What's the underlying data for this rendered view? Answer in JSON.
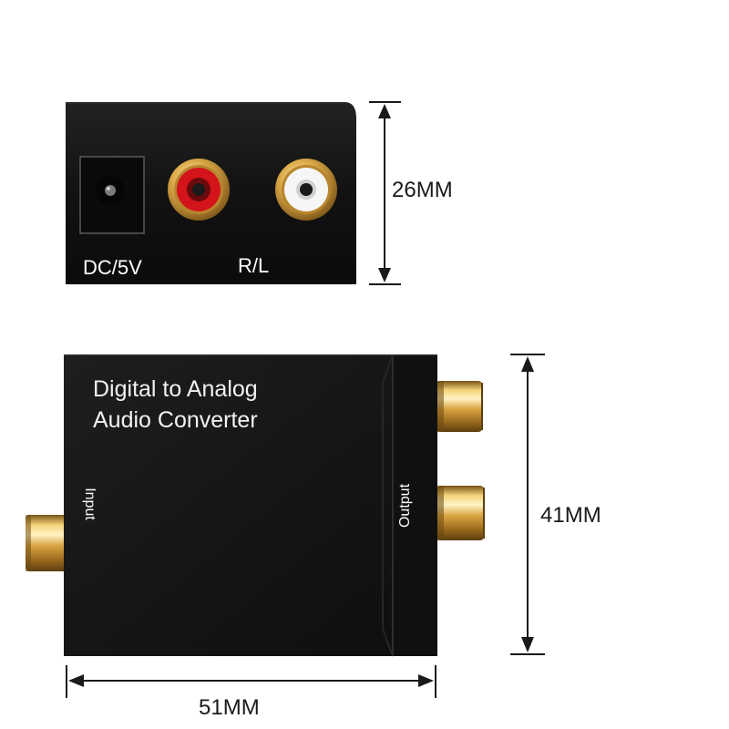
{
  "end_view": {
    "power_label": "DC/5V",
    "output_jacks_label": "R/L",
    "height_label": "26MM"
  },
  "top_view": {
    "title_line1": "Digital  to Analog",
    "title_line2": "Audio Converter",
    "input_label": "Input",
    "output_label": "Output",
    "height_label": "41MM",
    "width_label": "51MM"
  },
  "colors": {
    "housing": "#141414",
    "red_jack": "#c8141a",
    "white_jack": "#f4f4f4",
    "gold_plating": "#d9a441"
  }
}
